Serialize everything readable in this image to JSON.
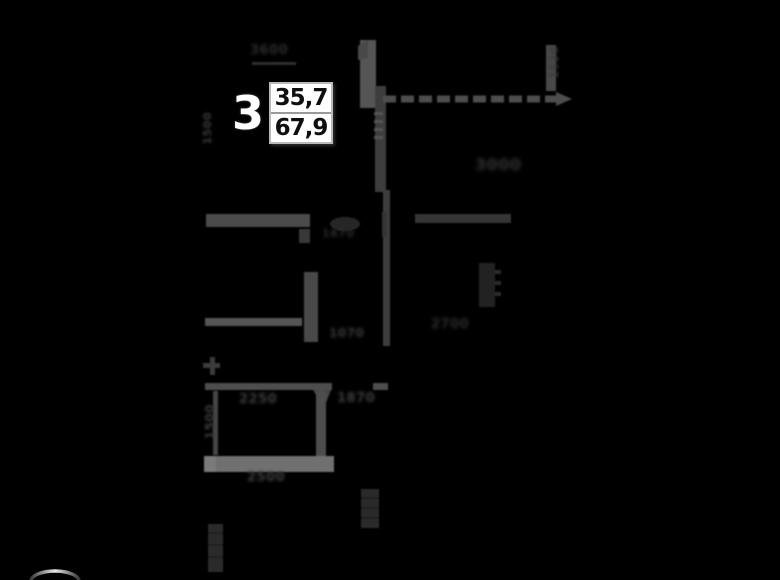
{
  "legend": {
    "rooms": "3",
    "living_area": "35,7",
    "total_area": "67,9"
  },
  "dimension_labels": [
    {
      "id": "top-width",
      "text": "3600"
    },
    {
      "id": "legend-left-vertical",
      "text": "1500"
    },
    {
      "id": "top-right-vertical",
      "text": "1520"
    },
    {
      "id": "room-middle",
      "text": "3000"
    },
    {
      "id": "mid-upper-width",
      "text": "1870"
    },
    {
      "id": "mid-lower-width",
      "text": "1070"
    },
    {
      "id": "hall-width",
      "text": "2250"
    },
    {
      "id": "hall-right-width",
      "text": "1870"
    },
    {
      "id": "left-lower-vertical",
      "text": "1500"
    },
    {
      "id": "bottom-thick-wall",
      "text": "2500"
    },
    {
      "id": "bottom-right-width",
      "text": "2700"
    }
  ],
  "colors": {
    "background": "#000000",
    "legend_box_bg": "#ffffff",
    "legend_box_border": "#b9b9b9",
    "legend_divider": "#9a9a9a",
    "legend_text": "#0f0f0f",
    "rooms_text": "#ffffff",
    "wall_gray": "#4f4f4f",
    "dim_text_gray": "#3a3a3a",
    "arc_highlight": "#e8e8e8"
  }
}
